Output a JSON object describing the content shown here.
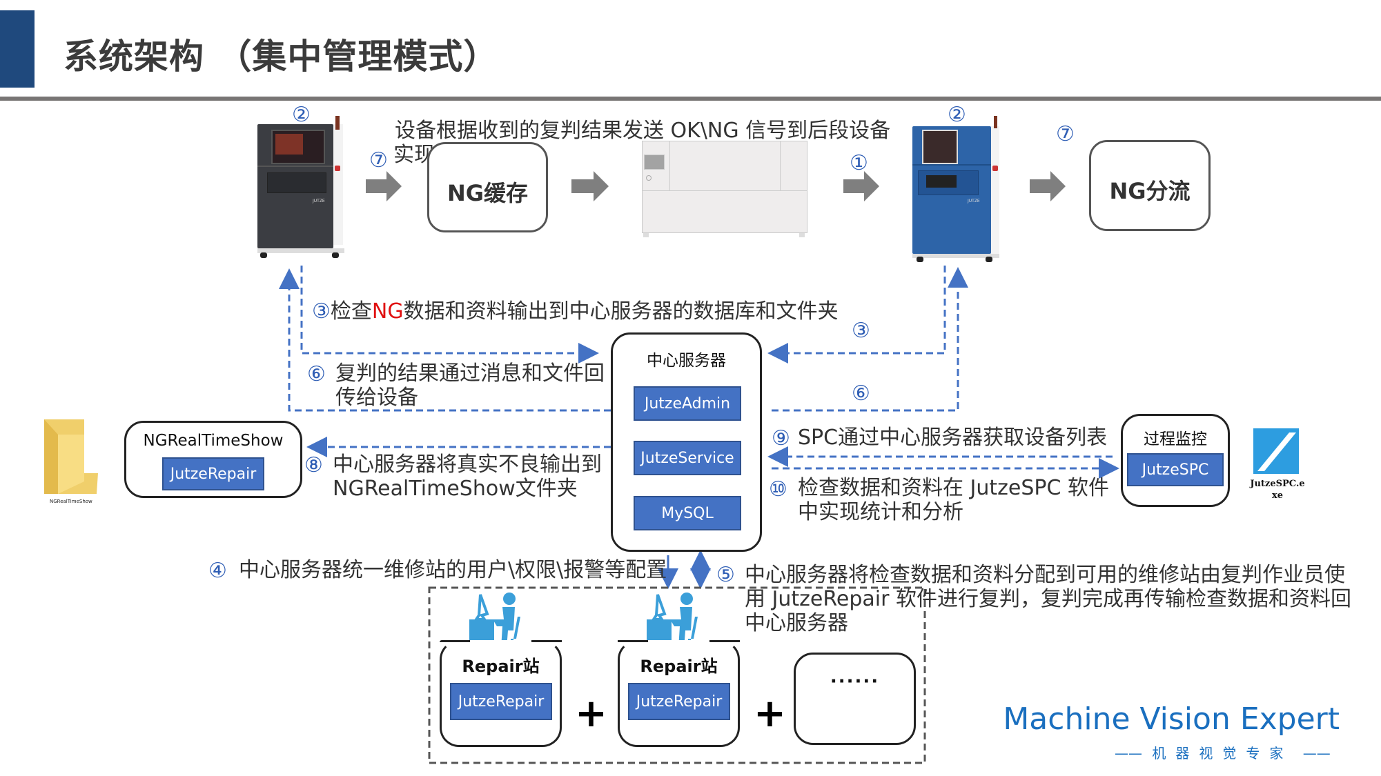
{
  "header": {
    "title": "系统架构 （集中管理模式）",
    "accent_color": "#1f497d"
  },
  "top_row": {
    "step2_left": "②",
    "step2_right": "②",
    "step7_left": "⑦",
    "step7_right": "⑦",
    "step1": "①",
    "caption_line1": "设备根据收到的复判结果发送 OK\\NG 信号到后段设备",
    "caption_line2": "实现分流或缓存",
    "ng_buffer_label": "NG缓存",
    "ng_divert_label": "NG分流",
    "left_machine_brand": "JUTZE",
    "right_machine_brand": "JUTZE"
  },
  "central_server": {
    "title": "中心服务器",
    "modules": [
      "JutzeAdmin",
      "JutzeService",
      "MySQL"
    ]
  },
  "annotations": {
    "step3_num": "③",
    "step3_pre": "检查",
    "step3_ng": "NG",
    "step3_post": "数据和资料输出到中心服务器的数据库和文件夹",
    "step3_right": "③",
    "step6_num": "⑥",
    "step6_line1": "复判的结果通过消息和文件回",
    "step6_line2": "传给设备",
    "step6_right": "⑥",
    "step8_num": "⑧",
    "step8_line1": "中心服务器将真实不良输出到",
    "step8_line2": "NGRealTimeShow文件夹",
    "step9_num": "⑨",
    "step9_text": "SPC通过中心服务器获取设备列表",
    "step10_num": "⑩",
    "step10_line1": "检查数据和资料在 JutzeSPC 软件",
    "step10_line2": "中实现统计和分析",
    "step4_num": "④",
    "step4_text": "中心服务器统一维修站的用户\\权限\\报警等配置",
    "step5_num": "⑤",
    "step5_line1": "中心服务器将检查数据和资料分配到可用的维修站由复判作业员使",
    "step5_line2": "用 JutzeRepair 软件进行复判，复判完成再传输检查数据和资料回",
    "step5_line3": "中心服务器"
  },
  "ngrealtimeshow": {
    "title": "NGRealTimeShow",
    "module": "JutzeRepair",
    "folder_label": "NGRealTimeShow"
  },
  "spc": {
    "title": "过程监控",
    "module": "JutzeSPC",
    "exe_label_line1": "JutzeSPC.e",
    "exe_label_line2": "xe"
  },
  "repair_stations": [
    {
      "title": "Repair站",
      "module": "JutzeRepair"
    },
    {
      "title": "Repair站",
      "module": "JutzeRepair"
    }
  ],
  "repair_more": "······",
  "plus_sign": "+",
  "logo": {
    "english": "Machine Vision Expert",
    "chinese": "机器视觉专家",
    "dash": "——",
    "color": "#1a6fbf"
  }
}
